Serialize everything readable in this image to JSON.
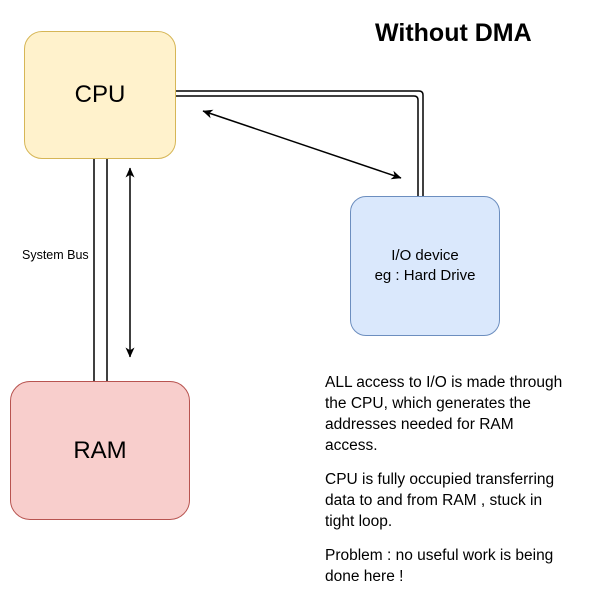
{
  "title": "Without DMA",
  "diagram": {
    "cpu": {
      "label": "CPU",
      "fill": "#fff2cc",
      "stroke": "#d6b656"
    },
    "ram": {
      "label": "RAM",
      "fill": "#f8cecc",
      "stroke": "#b85450"
    },
    "io_device": {
      "line1": "I/O device",
      "line2": "eg : Hard Drive",
      "fill": "#dae8fc",
      "stroke": "#6c8ebf"
    },
    "bus_label": "System Bus",
    "connector_color": "#000000"
  },
  "notes": {
    "p1": "ALL access to I/O is made through\nthe CPU, which generates the\naddresses needed for RAM\naccess.",
    "p2": "CPU is fully occupied transferring\ndata to and from RAM , stuck in\ntight loop.",
    "p3": "Problem : no useful work is being\ndone here !"
  }
}
